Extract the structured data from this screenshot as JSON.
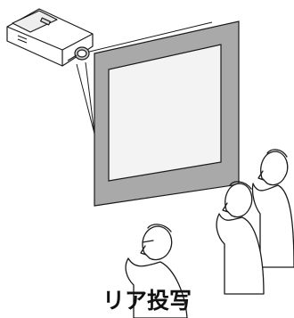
{
  "caption": "リア投写",
  "colors": {
    "screen_frame": "#a9a9a9",
    "screen_surface": "#f3f3f3",
    "line": "#1a1a1a",
    "projector_body": "#ffffff"
  },
  "icons": {
    "projector": "projector-icon",
    "screen": "projection-screen",
    "audience": "audience-people"
  }
}
